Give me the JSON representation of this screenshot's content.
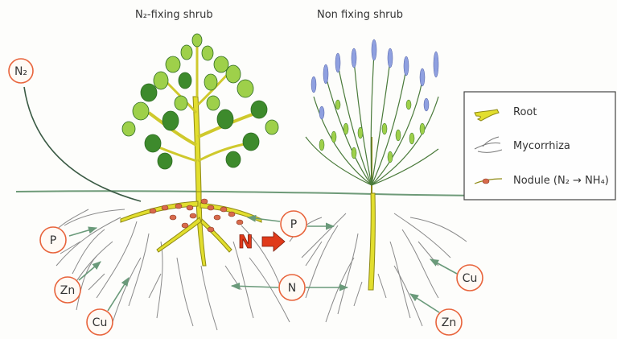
{
  "titles": {
    "left": "N₂-fixing shrub",
    "right": "Non fixing shrub"
  },
  "nutrients": {
    "n2": "N₂",
    "p_left": "P",
    "zn_left": "Zn",
    "cu_left": "Cu",
    "p_center": "P",
    "n_center": "N",
    "cu_right": "Cu",
    "zn_right": "Zn",
    "n_transfer": "N"
  },
  "legend": {
    "root": "Root",
    "mycorrhiza": "Mycorrhiza",
    "nodule": "Nodule (N₂ → NH₄)"
  },
  "colors": {
    "root": "#e2de2e",
    "root_edge": "#8f8a14",
    "leaf": "#9ed04a",
    "leaf_dark": "#3d8a2c",
    "flower": "#8fa0e0",
    "nodule": "#d86a4c",
    "nutrient_circle": "#e8643c",
    "n_arrow": "#e03a1a",
    "ground": "#6e9a78",
    "mycorrhiza": "#8a8a8a",
    "arrow": "#6a9a7a"
  }
}
